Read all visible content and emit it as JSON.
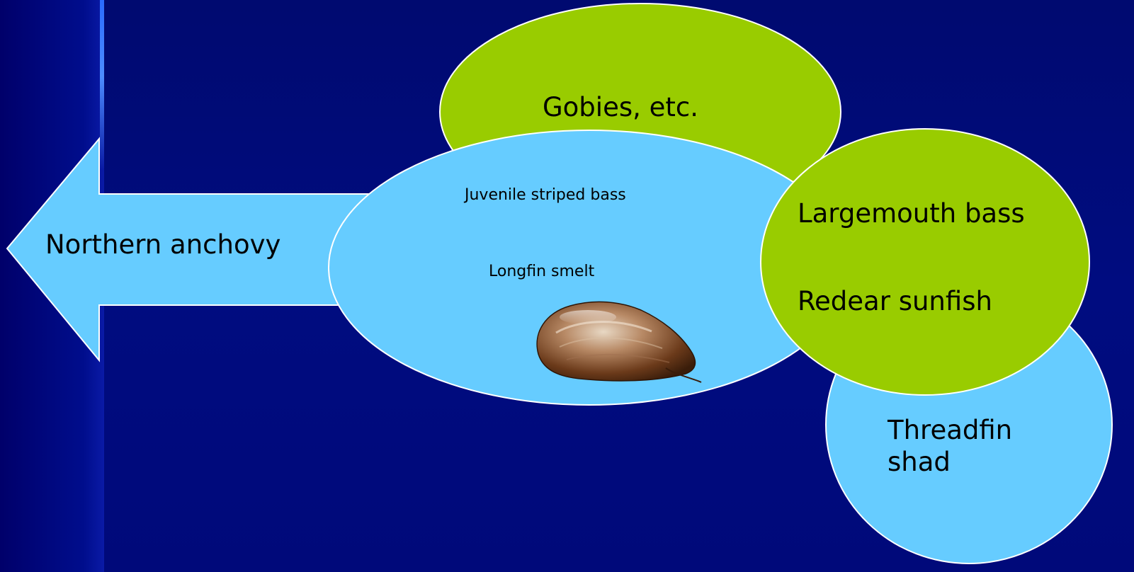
{
  "colors": {
    "background": "#00087a",
    "blue_node": "#66ccff",
    "green_node": "#99cc00",
    "outline": "#ffffff",
    "text": "#000000",
    "clam": "#6b3a1a"
  },
  "nodes": {
    "northern_anchovy": "Northern anchovy",
    "gobies": "Gobies, etc.",
    "juvenile_striped_bass": "Juvenile striped bass",
    "longfin_smelt": "Longfin smelt",
    "largemouth_bass": "Largemouth bass",
    "redear_sunfish": "Redear sunfish",
    "threadfin_shad": "Threadfin shad"
  },
  "icons": {
    "clam": "clam-shell-icon"
  }
}
